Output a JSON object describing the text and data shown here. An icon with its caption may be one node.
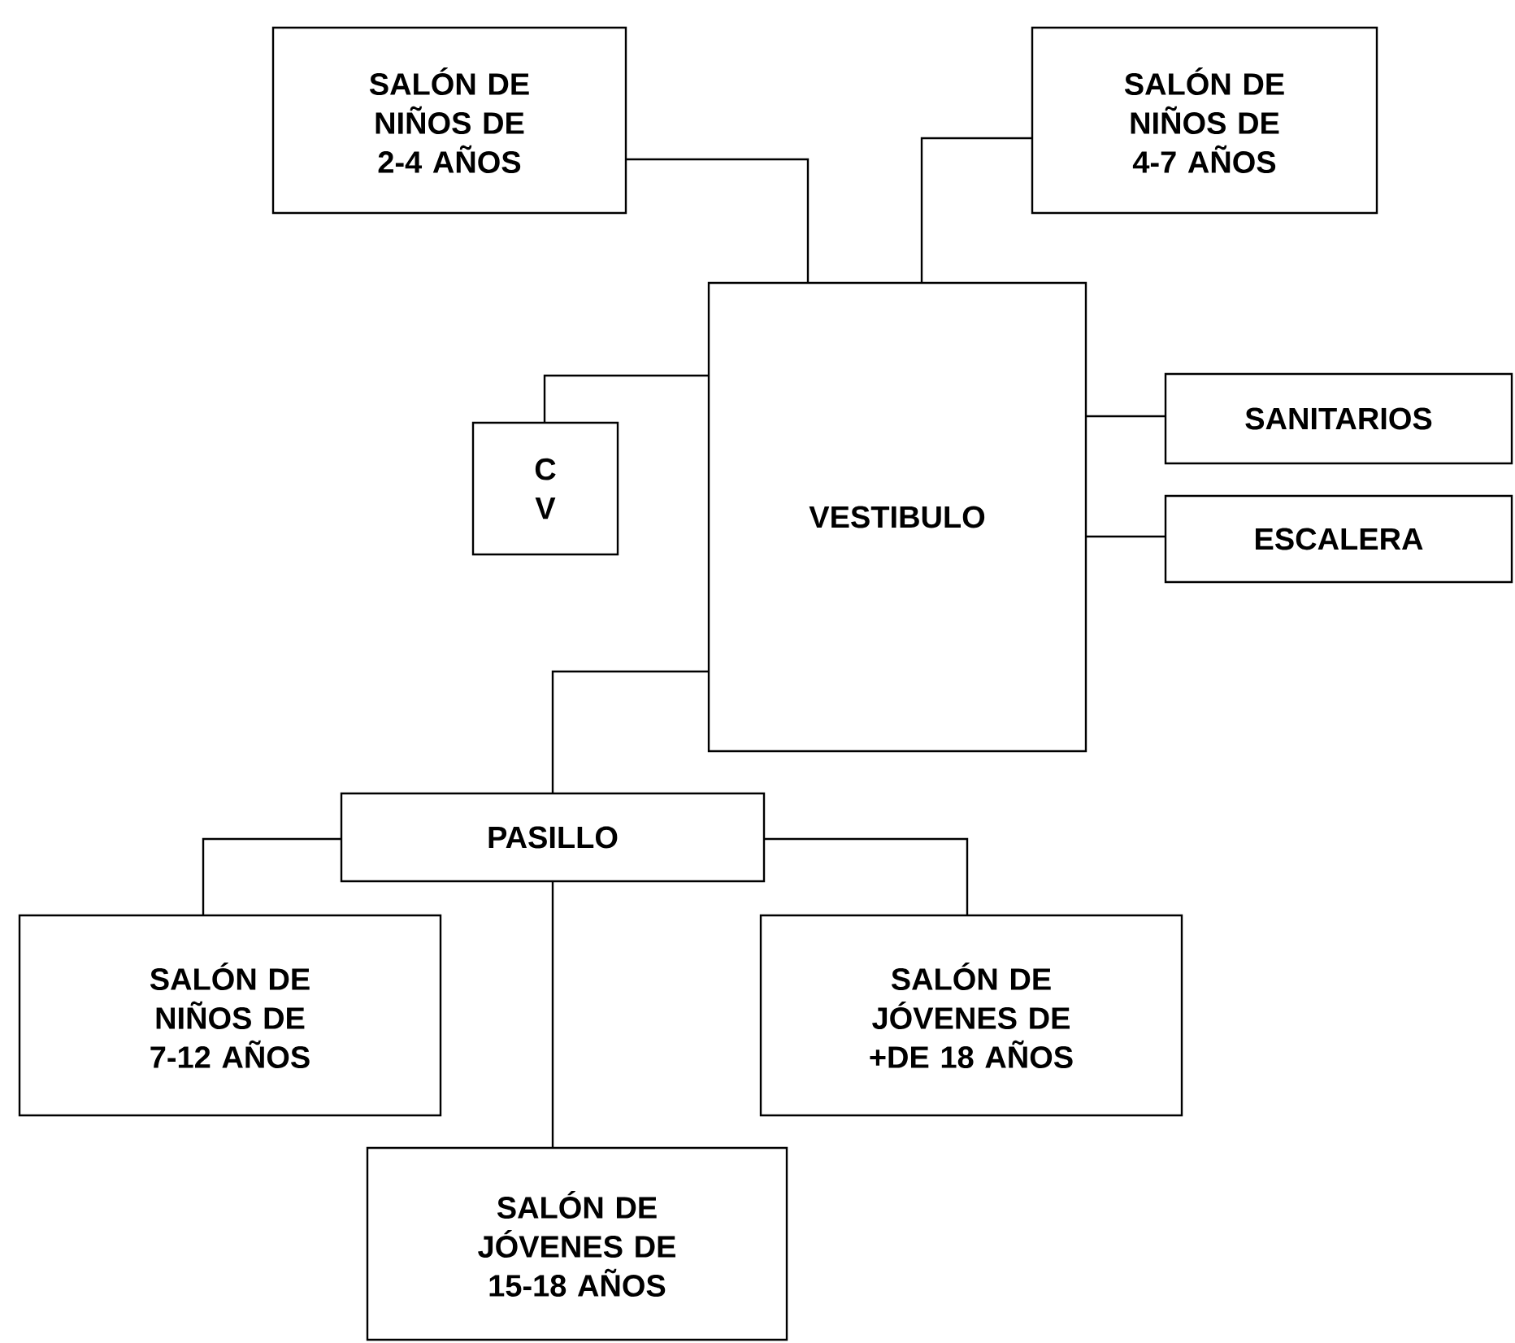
{
  "diagram": {
    "nodes": [
      {
        "text": [
          "SALÓN DE NIÑOS DE 2-4 AÑOS"
        ]
      },
      {
        "text": [
          "SALÓN DE NIÑOS DE 4-7 AÑOS"
        ]
      },
      {
        "text": [
          "VESTIBULO"
        ]
      },
      {
        "text": [
          "C V"
        ]
      },
      {
        "text": [
          "SANITARIOS"
        ]
      },
      {
        "text": [
          "ESCALERA"
        ]
      },
      {
        "text": [
          "PASILLO"
        ]
      },
      {
        "text": [
          "SALÓN DE NIÑOS DE 7-12 AÑOS"
        ]
      },
      {
        "text": [
          "SALÓN DE JÓVENES DE +DE 18 AÑOS"
        ]
      },
      {
        "text": [
          "SALÓN DE JÓVENES DE 15-18 AÑOS"
        ]
      }
    ],
    "edges": [
      {
        "from": 0,
        "to": 2,
        "arrow": "none"
      },
      {
        "from": 1,
        "to": 2,
        "arrow": "none"
      },
      {
        "from": 3,
        "to": 2,
        "arrow": "none"
      },
      {
        "from": 2,
        "to": 4,
        "arrow": "none"
      },
      {
        "from": 2,
        "to": 5,
        "arrow": "none"
      },
      {
        "from": 2,
        "to": 6,
        "arrow": "none"
      },
      {
        "from": 6,
        "to": 7,
        "arrow": "none"
      },
      {
        "from": 6,
        "to": 8,
        "arrow": "none"
      },
      {
        "from": 6,
        "to": 9,
        "arrow": "none"
      }
    ]
  }
}
